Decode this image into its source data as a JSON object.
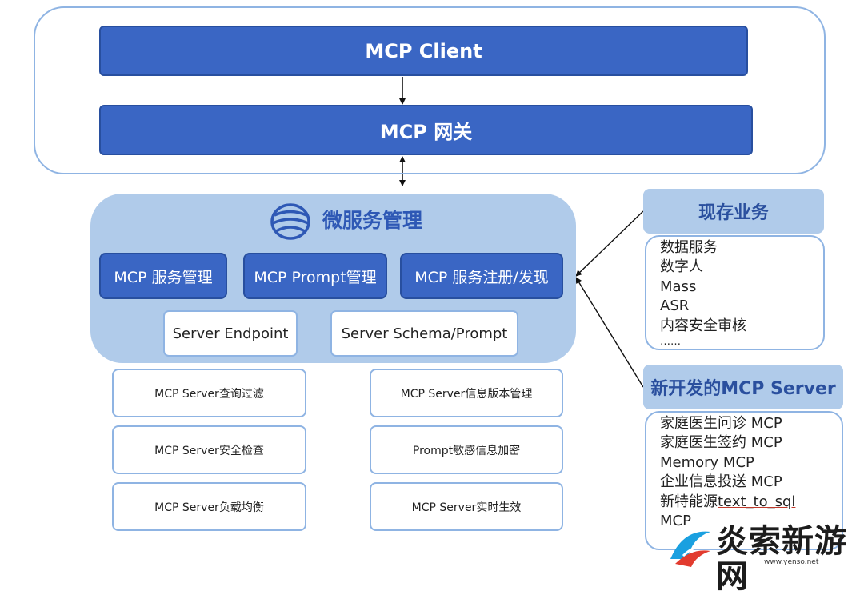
{
  "top": {
    "client": "MCP Client",
    "gateway": "MCP 网关"
  },
  "micro": {
    "title": "微服务管理",
    "row1": [
      "MCP 服务管理",
      "MCP Prompt管理",
      "MCP 服务注册/发现"
    ],
    "row2": [
      "Server Endpoint",
      "Server Schema/Prompt"
    ]
  },
  "features": {
    "left": [
      "MCP Server查询过滤",
      "MCP Server安全检查",
      "MCP Server负载均衡"
    ],
    "right": [
      "MCP Server信息版本管理",
      "Prompt敏感信息加密",
      "MCP Server实时生效"
    ]
  },
  "existing": {
    "title": "现存业务",
    "items": [
      "数据服务",
      "数字人",
      "Mass",
      "ASR",
      "内容安全审核",
      "……"
    ]
  },
  "new_servers": {
    "title": "新开发的MCP Server",
    "items": [
      "家庭医生问诊 MCP",
      "家庭医生签约 MCP",
      "Memory MCP",
      "企业信息投送 MCP",
      "新特能源",
      "text_to_sql",
      "MCP"
    ]
  },
  "watermark": {
    "text": "炎索新游网",
    "url": "www.yenso.net"
  },
  "colors": {
    "primary_blue": "#3a66c4",
    "light_blue": "#b0cbea",
    "outline": "#8fb4e3"
  }
}
